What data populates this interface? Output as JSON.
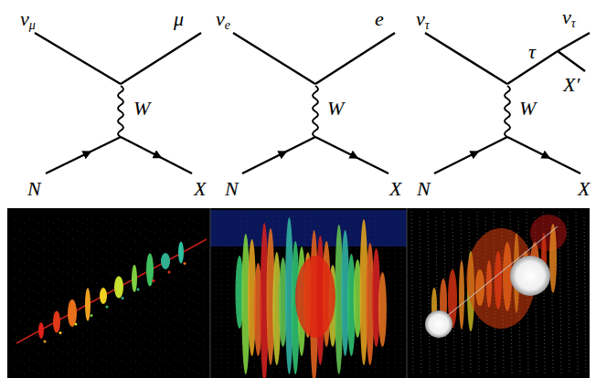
{
  "diagram": {
    "labels": [
      "νμ",
      "μ",
      "W",
      "N",
      "X",
      "νe",
      "e",
      "W",
      "N",
      "X",
      "ντ",
      "τ",
      "ντ",
      "X′",
      "W",
      "N",
      "X"
    ]
  }
}
